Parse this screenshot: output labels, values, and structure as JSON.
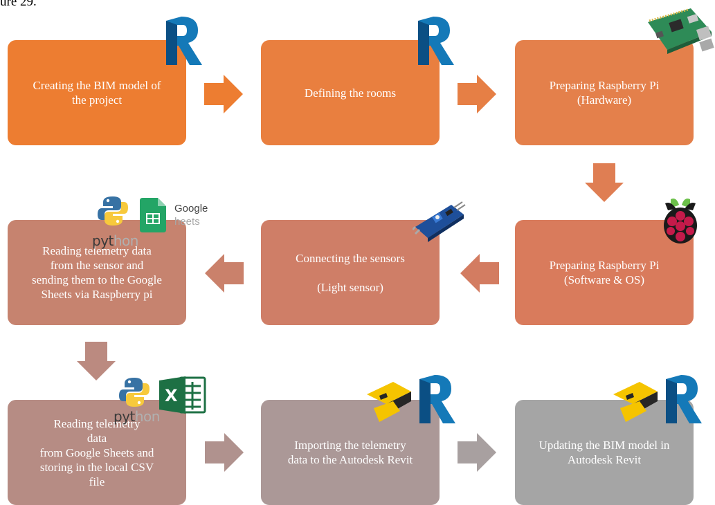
{
  "caption": "ure 29.",
  "colors": {
    "orange_bright": "#ed7d31",
    "orange_mid": "#e68049",
    "orange_soft": "#d77b5b",
    "brown_rose": "#c98370",
    "mauve": "#b58d86",
    "grey_mauve": "#a59f9f",
    "grey": "#a6a6a6"
  },
  "steps": [
    {
      "label": "Creating the BIM model of\nthe project"
    },
    {
      "label": "Defining the rooms"
    },
    {
      "label": "Preparing Raspberry Pi\n(Hardware)"
    },
    {
      "label": "Preparing Raspberry Pi\n(Software &  OS)"
    },
    {
      "label": "Connecting the sensors\n\n(Light sensor)"
    },
    {
      "label": "Reading telemetry data\nfrom the sensor and\nsending them to the Google\nSheets via Raspberry pi"
    },
    {
      "label": "Reading telemetry\ndata\nfrom Google Sheets and\nstoring in the local CSV\nfile"
    },
    {
      "label": "Importing the telemetry\ndata to the Autodesk Revit"
    },
    {
      "label": "Updating the BIM model in\nAutodesk Revit"
    }
  ],
  "logos": {
    "python_word_dark": "pyt",
    "python_word_light": "hon",
    "google_word": "Google",
    "sheets_word": "heets",
    "excel_letter": "X"
  },
  "icons": [
    "revit-icon",
    "raspberry-pi-board-icon",
    "raspberry-pi-icon",
    "light-sensor-icon",
    "python-icon",
    "google-sheets-icon",
    "excel-icon",
    "dynamo-icon"
  ]
}
